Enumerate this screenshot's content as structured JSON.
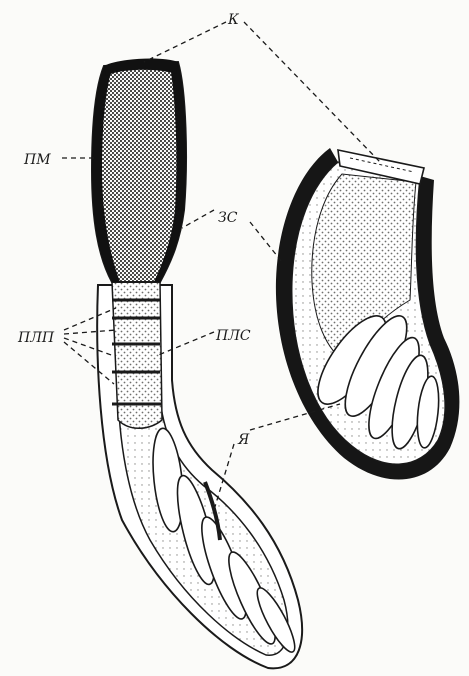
{
  "figure": {
    "labels": {
      "k": "К",
      "pm": "ПМ",
      "zs": "ЗС",
      "plp": "ПЛП",
      "pls": "ПЛС",
      "ya": "Я"
    }
  },
  "colors": {
    "ink": "#1a1a1a",
    "paper": "#fbfbf9",
    "stipple": "#9a9a98"
  }
}
